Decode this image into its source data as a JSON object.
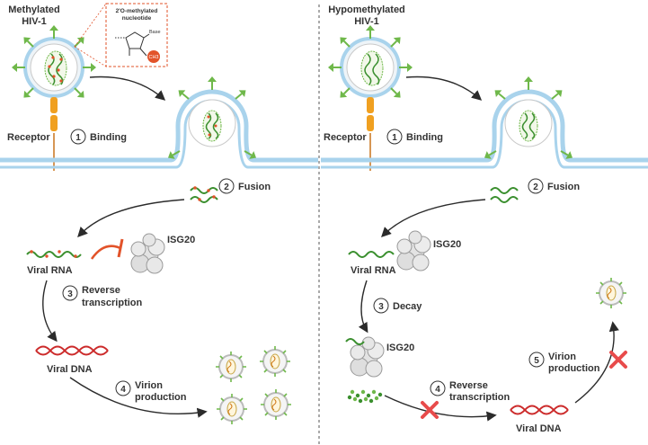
{
  "colors": {
    "membrane": "#a9d3ec",
    "spike": "#6fb84a",
    "rna": "#3a8f2e",
    "methyl": "#e2532a",
    "dna": "#cc2b2b",
    "protein": "#dcdcdc",
    "cross": "#e84b4b",
    "arrow": "#2b2b2b"
  },
  "left": {
    "title_line1": "Methylated",
    "title_line2": "HIV-1",
    "inset_line1": "2'O-methylated",
    "inset_line2": "nucleotide",
    "inset_base": "Base",
    "inset_ch3": "CH3",
    "receptor": "Receptor",
    "step1_num": "1",
    "step1": "Binding",
    "step2_num": "2",
    "step2": "Fusion",
    "isg20": "ISG20",
    "viral_rna": "Viral RNA",
    "step3_num": "3",
    "step3_line1": "Reverse",
    "step3_line2": "transcription",
    "viral_dna": "Viral DNA",
    "step4_num": "4",
    "step4_line1": "Virion",
    "step4_line2": "production"
  },
  "right": {
    "title_line1": "Hypomethylated",
    "title_line2": "HIV-1",
    "receptor": "Receptor",
    "step1_num": "1",
    "step1": "Binding",
    "step2_num": "2",
    "step2": "Fusion",
    "isg20_a": "ISG20",
    "viral_rna": "Viral RNA",
    "step3_num": "3",
    "step3": "Decay",
    "isg20_b": "ISG20",
    "step4_num": "4",
    "step4_line1": "Reverse",
    "step4_line2": "transcription",
    "viral_dna": "Viral DNA",
    "step5_num": "5",
    "step5_line1": "Virion",
    "step5_line2": "production"
  }
}
